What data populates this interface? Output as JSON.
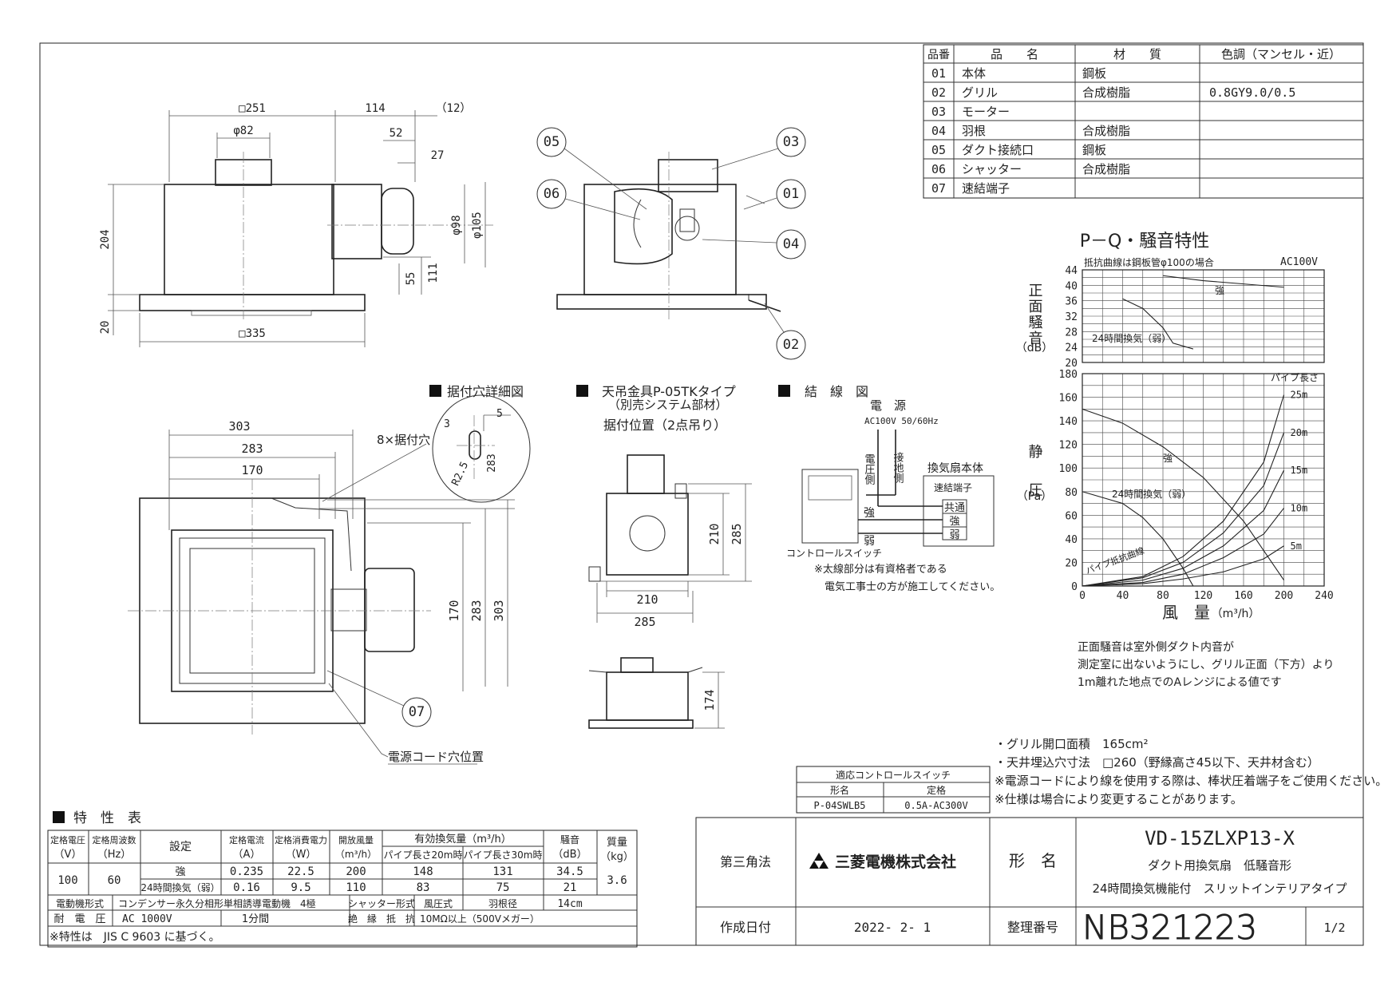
{
  "parts_table": {
    "headers": [
      "品番",
      "品　　名",
      "材　　質",
      "色調（マンセル・近）"
    ],
    "rows": [
      {
        "no": "01",
        "name": "本体",
        "material": "鋼板",
        "color": ""
      },
      {
        "no": "02",
        "name": "グリル",
        "material": "合成樹脂",
        "color": "0.8GY9.0/0.5"
      },
      {
        "no": "03",
        "name": "モーター",
        "material": "",
        "color": ""
      },
      {
        "no": "04",
        "name": "羽根",
        "material": "合成樹脂",
        "color": ""
      },
      {
        "no": "05",
        "name": "ダクト接続口",
        "material": "鋼板",
        "color": ""
      },
      {
        "no": "06",
        "name": "シャッター",
        "material": "合成樹脂",
        "color": ""
      },
      {
        "no": "07",
        "name": "速結端子",
        "material": "",
        "color": ""
      }
    ]
  },
  "dims_top": {
    "d251": "□251",
    "d114": "114",
    "d12": "（12）",
    "d82": "φ82",
    "d52": "52",
    "d27": "27",
    "d204": "204",
    "d98": "φ98",
    "d105": "φ105",
    "d55": "55",
    "d111": "111",
    "d20": "20",
    "d335": "□335"
  },
  "callouts": {
    "c01": "01",
    "c02": "02",
    "c03": "03",
    "c04": "04",
    "c05": "05",
    "c06": "06",
    "c07": "07"
  },
  "bottom_view": {
    "d303": "303",
    "d283": "283",
    "d170": "170",
    "holes": "8×据付穴",
    "v170": "170",
    "v283": "283",
    "v303": "303",
    "cord": "電源コード穴位置"
  },
  "hole_detail": {
    "title": "据付穴詳細図",
    "d3": "3",
    "d5": "5",
    "d283": "283",
    "r25": "R2.5"
  },
  "hanger": {
    "title": "天吊金具P-05TKタイプ",
    "sub": "（別売システム部材）",
    "pos": "据付位置（2点吊り）",
    "d210v": "210",
    "d285v": "285",
    "d210h": "210",
    "d285h": "285",
    "d174": "174"
  },
  "wiring": {
    "title": "結　線　図",
    "power": "電　源",
    "spec": "AC100V 50/60Hz",
    "hot": "電圧側",
    "ground": "接地側",
    "body": "換気扇本体",
    "terminal": "速結端子",
    "common": "共通",
    "strong": "強",
    "weak": "弱",
    "label_strong": "強",
    "label_weak": "弱",
    "switch": "コントロールスイッチ",
    "note1": "※太線部分は有資格者である",
    "note2": "電気工事士の方が施工してください。"
  },
  "pq_chart": {
    "title": "P－Q・騒音特性",
    "noise_caption": "抵抗曲線は鋼板管φ100の場合",
    "supply": "AC100V",
    "noise_ylabel": "正面騒音",
    "noise_unit": "（dB）",
    "pressure_ylabel": "静圧",
    "pressure_unit": "（Pa）",
    "xlabel": "風　量",
    "xunit": "（m³/h）",
    "noise_strong": "強",
    "noise_weak": "24時間換気（弱）",
    "p_strong": "強",
    "p_weak": "24時間換気（弱）",
    "pipe_title": "パイプ長さ",
    "pipe_curve": "パイプ抵抗曲線",
    "pipe_labels": [
      "25m",
      "20m",
      "15m",
      "10m",
      "5m"
    ],
    "note": [
      "正面騒音は室外側ダクト内音が",
      "測定室に出ないようにし、グリル正面（下方）より",
      "1m離れた地点でのAレンジによる値です"
    ]
  },
  "chart_data": [
    {
      "type": "line",
      "title": "P－Q・騒音特性",
      "ylabel": "正面騒音",
      "xlim": [
        0,
        240
      ],
      "ylim": [
        20,
        44
      ],
      "x_ticks": [
        0,
        40,
        80,
        120,
        160,
        200,
        240
      ],
      "y_ticks": [
        20,
        24,
        28,
        32,
        36,
        40,
        44
      ],
      "grid": true,
      "series": [
        {
          "name": "強",
          "x": [
            80,
            120,
            200
          ],
          "y": [
            42.5,
            41.2,
            39.5
          ]
        },
        {
          "name": "24時間換気（弱）",
          "x": [
            40,
            60,
            80,
            90,
            110
          ],
          "y": [
            36.5,
            34,
            29,
            25,
            23.5
          ]
        }
      ]
    },
    {
      "type": "line",
      "ylabel": "静圧",
      "xlabel": "風　量",
      "xlim": [
        0,
        240
      ],
      "ylim": [
        0,
        180
      ],
      "x_ticks": [
        0,
        40,
        80,
        120,
        160,
        200,
        240
      ],
      "y_ticks": [
        0,
        20,
        40,
        60,
        80,
        100,
        120,
        140,
        160,
        180
      ],
      "grid": true,
      "series": [
        {
          "name": "強",
          "x": [
            0,
            40,
            80,
            120,
            160,
            200
          ],
          "y": [
            150,
            138,
            118,
            92,
            55,
            5
          ]
        },
        {
          "name": "24時間換気（弱）",
          "x": [
            0,
            40,
            60,
            80,
            100,
            110
          ],
          "y": [
            80,
            70,
            58,
            40,
            15,
            0
          ]
        },
        {
          "name": "25m",
          "x": [
            0,
            60,
            100,
            140,
            180,
            200
          ],
          "y": [
            0,
            8,
            25,
            55,
            105,
            162
          ]
        },
        {
          "name": "20m",
          "x": [
            0,
            60,
            100,
            140,
            180,
            200
          ],
          "y": [
            0,
            7,
            20,
            45,
            85,
            130
          ]
        },
        {
          "name": "15m",
          "x": [
            0,
            60,
            100,
            140,
            180,
            200
          ],
          "y": [
            0,
            5,
            15,
            34,
            64,
            98
          ]
        },
        {
          "name": "10m",
          "x": [
            0,
            60,
            100,
            140,
            180,
            200
          ],
          "y": [
            0,
            3,
            10,
            24,
            44,
            66
          ]
        },
        {
          "name": "5m",
          "x": [
            0,
            60,
            100,
            140,
            180,
            200
          ],
          "y": [
            0,
            2,
            6,
            12,
            23,
            34
          ]
        }
      ]
    }
  ],
  "spec_title": "特　性　表",
  "spec_table": {
    "h_voltage": "定格電圧",
    "h_voltage_u": "（V）",
    "h_freq": "定格周波数",
    "h_freq_u": "（Hz）",
    "h_setting": "設定",
    "h_current": "定格電流",
    "h_current_u": "（A）",
    "h_power": "定格消費電力",
    "h_power_u": "（W）",
    "h_open": "開放風量",
    "h_open_u": "（m³/h）",
    "h_eff": "有効換気量（m³/h）",
    "h_eff20": "パイプ長さ20m時",
    "h_eff30": "パイプ長さ30m時",
    "h_noise": "騒音",
    "h_noise_u": "（dB）",
    "h_mass": "質量",
    "h_mass_u": "（kg）",
    "voltage": "100",
    "freq": "60",
    "mass": "3.6",
    "rows": [
      {
        "setting": "強",
        "current": "0.235",
        "power": "22.5",
        "open": "200",
        "eff20": "148",
        "eff30": "131",
        "noise": "34.5"
      },
      {
        "setting": "24時間換気（弱）",
        "current": "0.16",
        "power": "9.5",
        "open": "110",
        "eff20": "83",
        "eff30": "75",
        "noise": "21"
      }
    ],
    "motor_label": "電動機形式",
    "motor_value": "コンデンサー永久分相形単相誘導電動機　4極",
    "shutter_label": "シャッター形式",
    "shutter_value": "風圧式",
    "blade_label": "羽根径",
    "blade_value": "14cm",
    "withstand_label": "耐　電　圧",
    "withstand_value": "AC 1000V",
    "withstand_time": "1分間",
    "insul_label": "絶　縁　抵　抗",
    "insul_value": "10MΩ以上（500Vメガー）",
    "footnote": "※特性は　JIS C 9603 に基づく。"
  },
  "switch_table": {
    "title": "適応コントロールスイッチ",
    "h_model": "形名",
    "h_rating": "定格",
    "model": "P-04SWLB5",
    "rating": "0.5A-AC300V"
  },
  "notes": [
    "・グリル開口面積　165cm²",
    "・天井埋込穴寸法　□260（野縁高さ45以下、天井材含む）",
    "※電源コードにより線を使用する際は、棒状圧着端子をご使用ください。",
    "※仕様は場合により変更することがあります。"
  ],
  "title_block": {
    "projection": "第三角法",
    "company": "三菱電機株式会社",
    "model_label": "形　名",
    "model": "VD-15ZLXP13-X",
    "desc1": "ダクト用換気扇　低騒音形",
    "desc2": "24時間換気機能付　スリットインテリアタイプ",
    "date_label": "作成日付",
    "date": "2022- 2- 1",
    "ref_label": "整理番号",
    "ref": "NB321223",
    "page": "1/2"
  },
  "colors": {
    "line": "#222222",
    "logo": "#e60012"
  }
}
